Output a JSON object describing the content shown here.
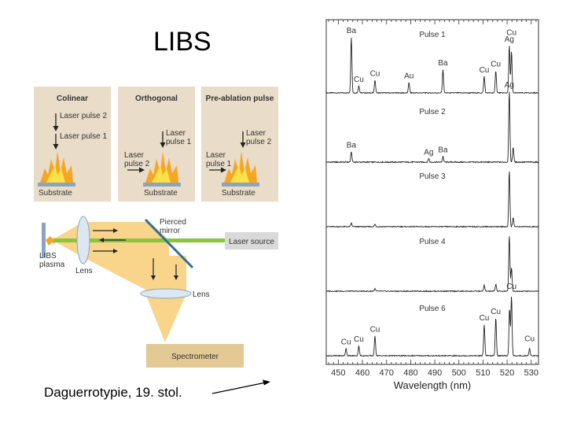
{
  "title": "LIBS",
  "caption": "Daguerrotypie, 19. stol.",
  "panels": [
    {
      "title": "Colinear",
      "labels": [
        "Laser pulse 2",
        "Laser pulse 1"
      ],
      "substrate": "Substrate"
    },
    {
      "title": "Orthogonal",
      "labels": [
        "Laser\npulse 1",
        "Laser\npulse 2"
      ],
      "substrate": "Substrate"
    },
    {
      "title": "Pre-ablation pulse",
      "labels": [
        "Laser\npulse 2",
        "Laser\npulse 1"
      ],
      "substrate": "Substrate"
    }
  ],
  "setup": {
    "pierced_mirror": "Pierced\nmirror",
    "laser_source": "Laser source",
    "libs_plasma": "LIBS\nplasma",
    "lens1": "Lens",
    "lens2": "Lens",
    "spectrometer": "Spectrometer"
  },
  "colors": {
    "panel_bg": "#e9dcc8",
    "beam_yellow": "#f8d58a",
    "laser_green": "#8cc43f",
    "laser_box": "#d9d9d9",
    "spectrometer_box": "#e3c994",
    "mirror": "#2f6f9a"
  },
  "chart_data": {
    "type": "line",
    "xlabel": "Wavelength (nm)",
    "ylabel": "",
    "xlim": [
      445,
      533
    ],
    "xticks": [
      450,
      460,
      470,
      480,
      490,
      500,
      510,
      520,
      530
    ],
    "grid": false,
    "series": [
      {
        "name": "Pulse 1",
        "peaks": [
          [
            455.4,
            0.95
          ],
          [
            458.5,
            0.12
          ],
          [
            465.2,
            0.22
          ],
          [
            479.3,
            0.18
          ],
          [
            493.4,
            0.4
          ],
          [
            510.5,
            0.28
          ],
          [
            515.3,
            0.38
          ],
          [
            520.9,
            0.8
          ],
          [
            521.8,
            0.7
          ],
          [
            546.5,
            0.0
          ]
        ],
        "annotations": [
          {
            "text": "Ba",
            "x": 455.4
          },
          {
            "text": "Cu",
            "x": 458.5
          },
          {
            "text": "Cu",
            "x": 465.2
          },
          {
            "text": "Au",
            "x": 479.3
          },
          {
            "text": "Ba",
            "x": 493.4
          },
          {
            "text": "Cu",
            "x": 510.5
          },
          {
            "text": "Cu",
            "x": 515.3
          },
          {
            "text": "Ag",
            "x": 520.9
          },
          {
            "text": "Cu",
            "x": 521.8
          }
        ]
      },
      {
        "name": "Pulse 2",
        "peaks": [
          [
            455.4,
            0.14
          ],
          [
            487.5,
            0.05
          ],
          [
            493.4,
            0.08
          ],
          [
            520.9,
            0.95
          ],
          [
            522.5,
            0.2
          ]
        ],
        "annotations": [
          {
            "text": "Ba",
            "x": 455.4
          },
          {
            "text": "Ag",
            "x": 487.5
          },
          {
            "text": "Ba",
            "x": 493.4
          },
          {
            "text": "Ag",
            "x": 520.9
          }
        ]
      },
      {
        "name": "Pulse 3",
        "peaks": [
          [
            455.4,
            0.06
          ],
          [
            465.2,
            0.04
          ],
          [
            520.9,
            0.95
          ],
          [
            522.5,
            0.15
          ]
        ],
        "annotations": []
      },
      {
        "name": "Pulse 4",
        "peaks": [
          [
            465.2,
            0.04
          ],
          [
            510.5,
            0.1
          ],
          [
            515.3,
            0.12
          ],
          [
            520.9,
            0.95
          ],
          [
            521.8,
            0.4
          ]
        ],
        "annotations": []
      },
      {
        "name": "Pulse 6",
        "peaks": [
          [
            453.2,
            0.12
          ],
          [
            458.5,
            0.16
          ],
          [
            465.2,
            0.32
          ],
          [
            510.5,
            0.5
          ],
          [
            515.3,
            0.6
          ],
          [
            521.0,
            0.75
          ],
          [
            521.8,
            0.95
          ],
          [
            529.3,
            0.12
          ]
        ],
        "annotations": [
          {
            "text": "Cu",
            "x": 453.2
          },
          {
            "text": "Cu",
            "x": 458.5
          },
          {
            "text": "Cu",
            "x": 465.2
          },
          {
            "text": "Cu",
            "x": 510.5
          },
          {
            "text": "Cu",
            "x": 515.3
          },
          {
            "text": "Cu",
            "x": 521.8
          },
          {
            "text": "Cu",
            "x": 529.3
          }
        ]
      }
    ]
  }
}
